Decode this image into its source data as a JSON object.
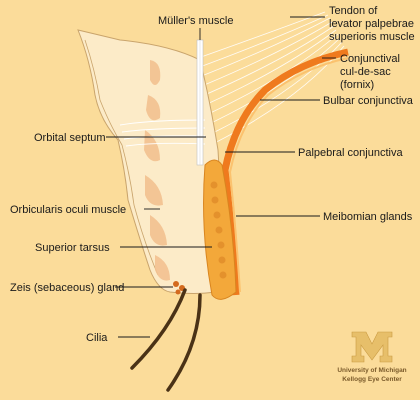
{
  "labels": {
    "muller": "Müller's muscle",
    "tendon_1": "Tendon of",
    "tendon_2": "levator palpebrae",
    "tendon_3": "superioris muscle",
    "fornix_1": "Conjunctival",
    "fornix_2": "cul-de-sac",
    "fornix_3": "(fornix)",
    "bulbar": "Bulbar conjunctiva",
    "orbital_septum": "Orbital septum",
    "palpebral": "Palpebral conjunctiva",
    "orbicularis": "Orbicularis oculi muscle",
    "meibomian": "Meibomian glands",
    "tarsus": "Superior tarsus",
    "zeis": "Zeis (sebaceous) gland",
    "cilia": "Cilia"
  },
  "watermark": {
    "line1": "University of Michigan",
    "line2": "Kellogg Eye Center"
  },
  "colors": {
    "background": "#fbdc9a",
    "skin": "#fcebc8",
    "muscle": "#f3c190",
    "tarsus": "#f3a83a",
    "conjunctiva": "#ef7a1e",
    "lash": "#4a3216"
  }
}
